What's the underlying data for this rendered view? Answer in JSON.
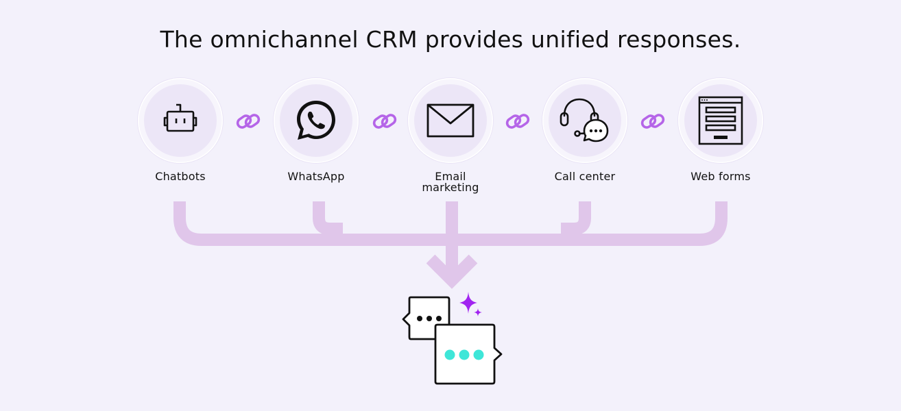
{
  "title": "The omnichannel CRM provides unified responses.",
  "channels": [
    {
      "label": "Chatbots",
      "icon": "robot-icon"
    },
    {
      "label": "WhatsApp",
      "icon": "whatsapp-icon"
    },
    {
      "label": "Email marketing",
      "label_line1": "Email",
      "label_line2": "marketing",
      "icon": "envelope-icon"
    },
    {
      "label": "Call center",
      "icon": "headset-chat-icon"
    },
    {
      "label": "Web forms",
      "icon": "web-form-icon"
    }
  ],
  "connectors": [
    "link-icon",
    "link-icon",
    "link-icon",
    "link-icon"
  ],
  "result": {
    "icon": "unified-chat-bubbles-icon",
    "accent_icon": "sparkle-icon"
  },
  "colors": {
    "background": "#f3f1fb",
    "flow": "#e0c6ea",
    "link": "#b565e8",
    "sparkle": "#a124f0",
    "dots": "#3ee6d8"
  }
}
